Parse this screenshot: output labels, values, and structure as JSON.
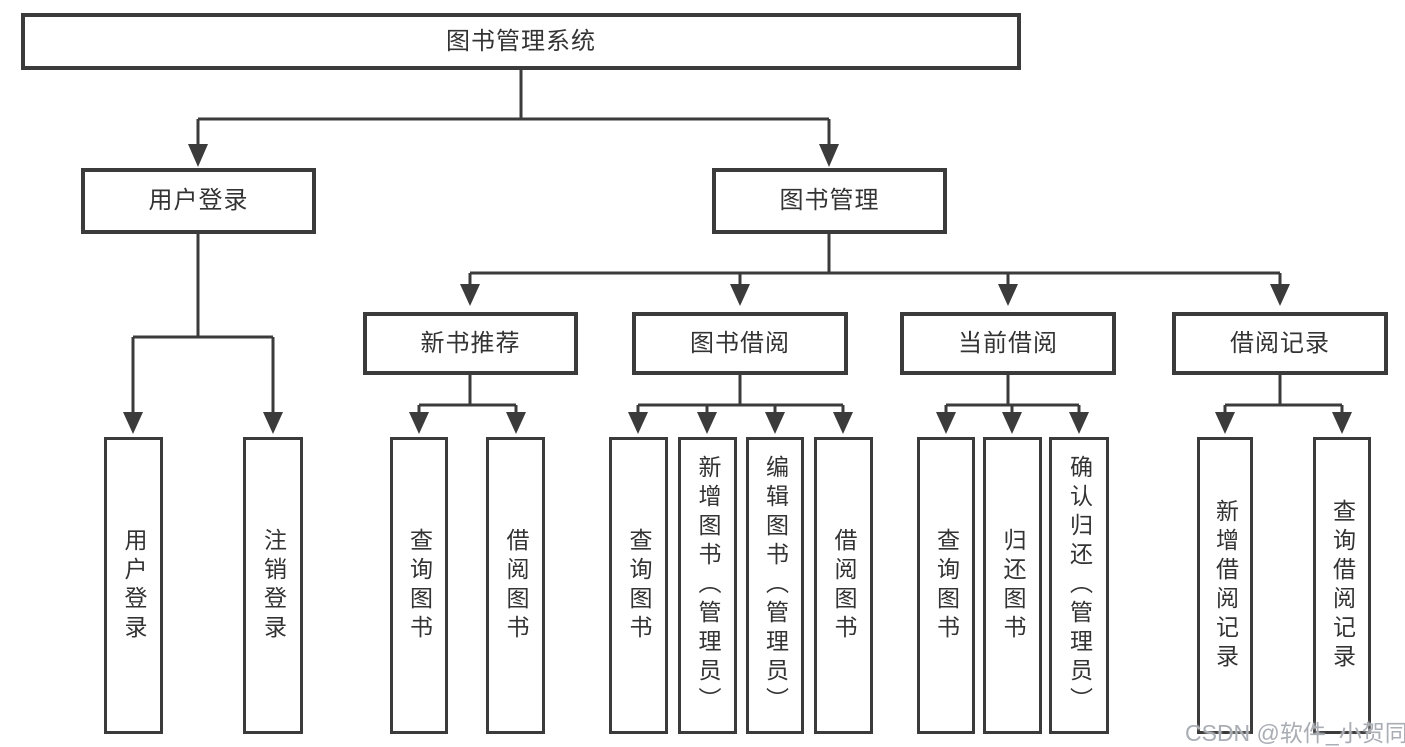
{
  "colors": {
    "line": "#3b3b3b",
    "text": "#333333",
    "background": "#ffffff",
    "watermark": "#a9adb4"
  },
  "tree": {
    "root": {
      "label": "图书管理系统"
    },
    "children": [
      {
        "label": "用户登录",
        "children": [
          {
            "label": "用户登录"
          },
          {
            "label": "注销登录"
          }
        ]
      },
      {
        "label": "图书管理",
        "children": [
          {
            "label": "新书推荐",
            "children": [
              {
                "label": "查询图书"
              },
              {
                "label": "借阅图书"
              }
            ]
          },
          {
            "label": "图书借阅",
            "children": [
              {
                "label": "查询图书"
              },
              {
                "label": "新增图书（管理员）"
              },
              {
                "label": "编辑图书（管理员）"
              },
              {
                "label": "借阅图书"
              }
            ]
          },
          {
            "label": "当前借阅",
            "children": [
              {
                "label": "查询图书"
              },
              {
                "label": "归还图书"
              },
              {
                "label": "确认归还（管理员）"
              }
            ]
          },
          {
            "label": "借阅记录",
            "children": [
              {
                "label": "新增借阅记录"
              },
              {
                "label": "查询借阅记录"
              }
            ]
          }
        ]
      }
    ]
  },
  "watermark": {
    "text": "CSDN @软件_小贺同学"
  }
}
